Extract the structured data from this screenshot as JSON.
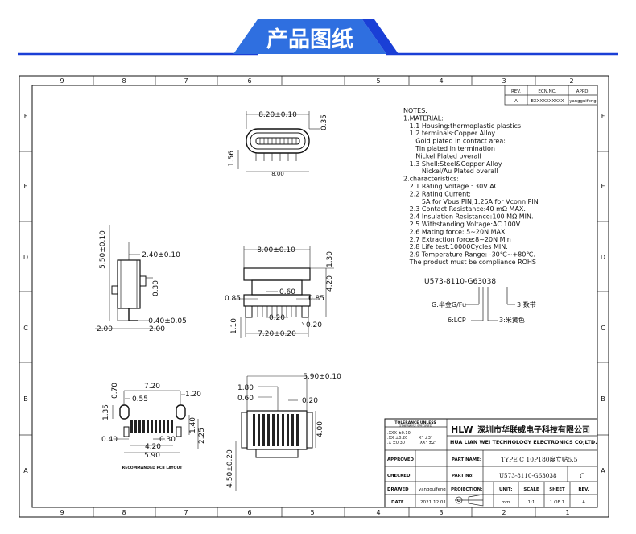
{
  "banner": {
    "title": "产品图纸",
    "accent": "#2f6fe0",
    "bar_color": "#1a3fd6"
  },
  "grid": {
    "columns": [
      "9",
      "8",
      "7",
      "6",
      "5",
      "4",
      "3",
      "2",
      "1"
    ],
    "rows": [
      "F",
      "E",
      "D",
      "C",
      "B",
      "A"
    ]
  },
  "revision_table": {
    "headers": [
      "REV.",
      "ECN.NO.",
      "APPD."
    ],
    "row": [
      "A",
      "EXXXXXXXXXX",
      "yangguifeng"
    ]
  },
  "notes": [
    "NOTES:",
    "1.MATERIAL:",
    "   1.1 Housing:thermoplastic plastics",
    "   1.2 terminals:Copper Alloy",
    "      Gold plated in contact area:",
    "      Tin plated in termination",
    "      Nickel Plated overall",
    "   1.3 Shell:Steel&Copper Alloy",
    "         Nickel/Au Plated overall",
    "2.characteristics:",
    "   2.1 Rating Voltage : 30V AC.",
    "   2.2 Rating Current:",
    "         5A for Vbus PIN;1.25A for Vconn PIN",
    "   2.3 Contact Resistance:40 mΩ MAX.",
    "   2.4 Insulation Resistance:100 MΩ MIN.",
    "   2.5 Withstanding Voltage:AC 100V",
    "   2.6 Mating force: 5~20N MAX",
    "   2.7 Extraction force:8~20N Min",
    "   2.8 Life test:10000Cycles MIN.",
    "   2.9 Temperature Range: -30℃~+80℃.",
    "   The product must be compliance ROHS"
  ],
  "part_code": {
    "code": "U573-8110-G63038",
    "label_g": "G:半金G/Fu",
    "label_3a": "3:数带",
    "label_6": "6:LCP",
    "label_3b": "3:米黄色"
  },
  "dims": {
    "top_width": "8.20±0.10",
    "top_right": "0.35",
    "top_left": "1.56",
    "top_bottom": "8.00",
    "side_height": "5.50±0.10",
    "side_width": "2.40±0.10",
    "side_030": "0.30",
    "side_040": "0.40±0.05",
    "side_200a": "2.00",
    "side_200b": "2.00",
    "front_width": "8.00±0.10",
    "front_130": "1.30",
    "front_060": "0.60",
    "front_085a": "0.85",
    "front_085b": "0.85",
    "front_420": "4.20",
    "front_110": "1.10",
    "front_020a": "0.20",
    "front_020b": "0.20",
    "front_720": "7.20±0.20",
    "pcb_720": "7.20",
    "pcb_070": "0.70",
    "pcb_055": "0.55",
    "pcb_120": "1.20",
    "pcb_135": "1.35",
    "pcb_140": "1.40",
    "pcb_225": "2.25",
    "pcb_040": "0.40",
    "pcb_030": "0.30",
    "pcb_420": "4.20",
    "pcb_590": "5.90",
    "pcb_caption": "RECOMMANDED PCB LAYOUT",
    "bot_590": "5.90±0.10",
    "bot_180": "1.80",
    "bot_060": "0.60",
    "bot_020": "0.20",
    "bot_400": "4.00",
    "bot_450": "4.50±0.20"
  },
  "title_block": {
    "tolerance_title": "TOLERANCE UNLESS",
    "tolerance_sub": "OTHERWISE SPECIFIED",
    "tol_1": ".XXX ±0.10",
    "tol_2": ".XX ±0.20",
    "tol_3": ".X ±0.30",
    "tol_4": "X° ±3°",
    "tol_5": ".XX° ±2°",
    "logo": "HLW",
    "company_cn": "深圳市华联威电子科技有限公司",
    "company_en": "HUA LIAN WEI TECHNOLOGY ELECTRONICS CO;LTD.",
    "approved": "APPROVED",
    "checked": "CHECKED",
    "drawed": "DRAWED",
    "drawer": "yangguifeng",
    "date_label": "DATE",
    "date": "2021.12.01",
    "part_name_label": "PART NAME:",
    "part_name": "TYPE C 10P180度立贴5.5",
    "part_no_label": "PART No:",
    "part_no": "U573-8110-G63038",
    "rev_letter": "C",
    "projection": "PROJECTION:",
    "unit_label": "UNIT:",
    "scale_label": "SCALE",
    "sheet_label": "SHEET",
    "rev_label": "REV.",
    "unit": "mm",
    "scale": "1:1",
    "sheet": "1 OF 1",
    "rev": "A"
  }
}
